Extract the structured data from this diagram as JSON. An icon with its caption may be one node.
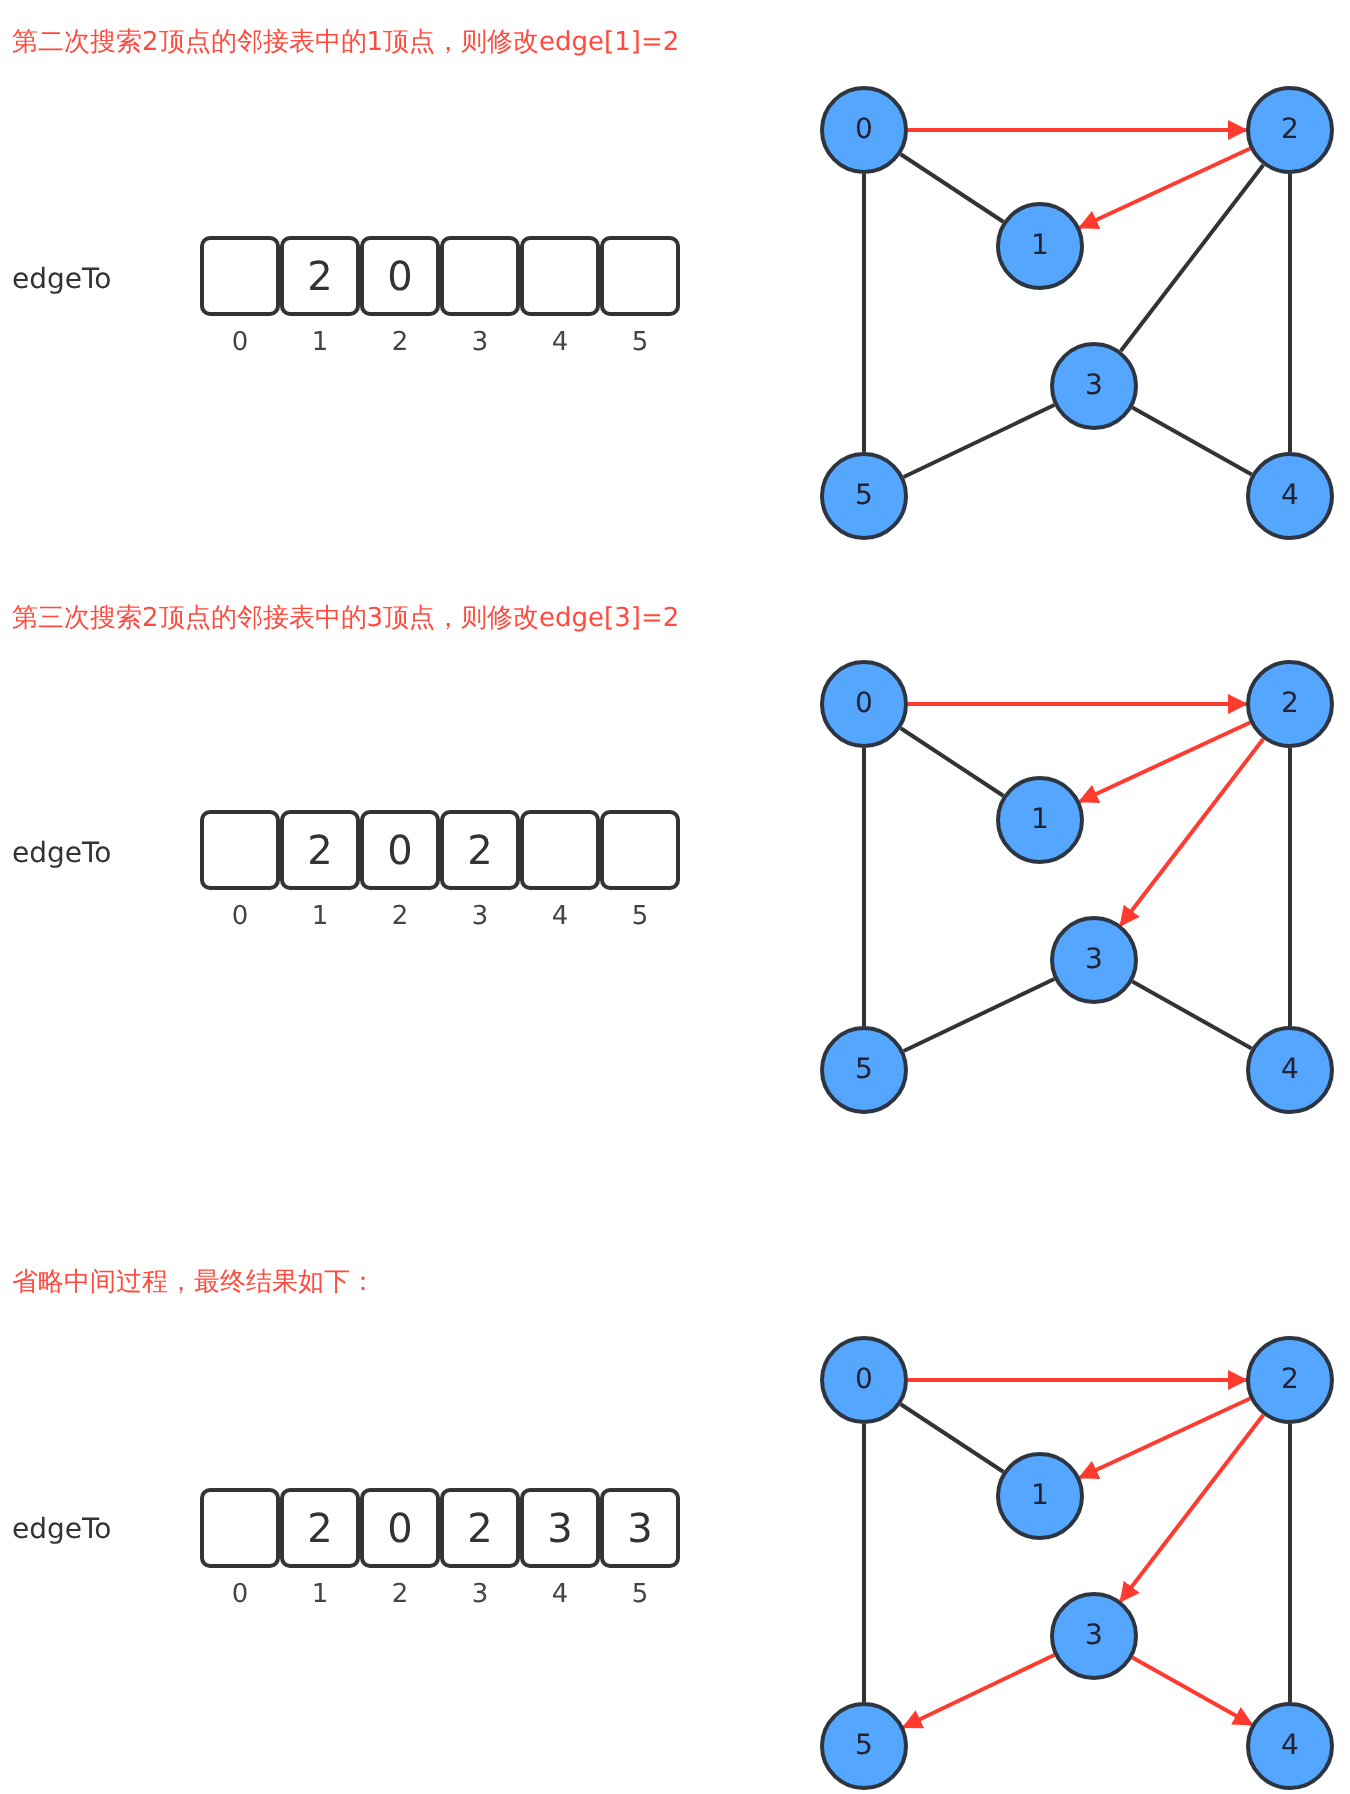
{
  "diagram": {
    "nodes": [
      {
        "text": [],
        "shape": "box",
        "beside": [
          "0"
        ]
      },
      {
        "text": [
          "2"
        ],
        "beside": [
          "1"
        ]
      },
      {
        "text": [
          "0"
        ],
        "beside": [
          "2"
        ]
      },
      {
        "text": [],
        "shape": "box",
        "beside": [
          "3"
        ]
      },
      {
        "text": [],
        "shape": "box",
        "beside": [
          "4"
        ]
      },
      {
        "text": [],
        "shape": "box",
        "beside": [
          "5"
        ]
      },
      {
        "text": [
          "0"
        ]
      },
      {
        "text": [
          "1"
        ]
      },
      {
        "text": [
          "2"
        ]
      },
      {
        "text": [
          "3"
        ]
      },
      {
        "text": [
          "4"
        ]
      },
      {
        "text": [
          "5"
        ]
      },
      {
        "text": [],
        "shape": "box",
        "beside": [
          "0"
        ]
      },
      {
        "text": [
          "2"
        ],
        "beside": [
          "1"
        ]
      },
      {
        "text": [
          "0"
        ],
        "beside": [
          "2"
        ]
      },
      {
        "text": [
          "2"
        ],
        "beside": [
          "3"
        ]
      },
      {
        "text": [],
        "shape": "box",
        "beside": [
          "4"
        ]
      },
      {
        "text": [],
        "shape": "box",
        "beside": [
          "5"
        ]
      },
      {
        "text": [
          "0"
        ]
      },
      {
        "text": [
          "1"
        ]
      },
      {
        "text": [
          "2"
        ]
      },
      {
        "text": [
          "3"
        ]
      },
      {
        "text": [
          "4"
        ]
      },
      {
        "text": [
          "5"
        ]
      },
      {
        "text": [],
        "shape": "box",
        "beside": [
          "0"
        ]
      },
      {
        "text": [
          "2"
        ],
        "beside": [
          "1"
        ]
      },
      {
        "text": [
          "0"
        ],
        "beside": [
          "2"
        ]
      },
      {
        "text": [
          "2"
        ],
        "beside": [
          "3"
        ]
      },
      {
        "text": [
          "3"
        ],
        "beside": [
          "4"
        ]
      },
      {
        "text": [
          "3"
        ],
        "beside": [
          "5"
        ]
      },
      {
        "text": [
          "0"
        ]
      },
      {
        "text": [
          "1"
        ]
      },
      {
        "text": [
          "2"
        ]
      },
      {
        "text": [
          "3"
        ]
      },
      {
        "text": [
          "4"
        ]
      },
      {
        "text": [
          "5"
        ]
      }
    ],
    "edges": [
      {
        "from": 6,
        "to": 8,
        "arrow": "to",
        "color": "#ff3b30"
      },
      {
        "from": 8,
        "to": 7,
        "arrow": "to",
        "color": "#ff3b30"
      },
      {
        "from": 6,
        "to": 7,
        "arrow": "none"
      },
      {
        "from": 6,
        "to": 11,
        "arrow": "none"
      },
      {
        "from": 8,
        "to": 9,
        "arrow": "none"
      },
      {
        "from": 8,
        "to": 10,
        "arrow": "none"
      },
      {
        "from": 9,
        "to": 11,
        "arrow": "none"
      },
      {
        "from": 9,
        "to": 10,
        "arrow": "none"
      },
      {
        "from": 18,
        "to": 20,
        "arrow": "to",
        "color": "#ff3b30"
      },
      {
        "from": 20,
        "to": 19,
        "arrow": "to",
        "color": "#ff3b30"
      },
      {
        "from": 20,
        "to": 21,
        "arrow": "to",
        "color": "#ff3b30"
      },
      {
        "from": 18,
        "to": 19,
        "arrow": "none"
      },
      {
        "from": 18,
        "to": 23,
        "arrow": "none"
      },
      {
        "from": 20,
        "to": 22,
        "arrow": "none"
      },
      {
        "from": 21,
        "to": 23,
        "arrow": "none"
      },
      {
        "from": 21,
        "to": 22,
        "arrow": "none"
      },
      {
        "from": 30,
        "to": 32,
        "arrow": "to",
        "color": "#ff3b30"
      },
      {
        "from": 32,
        "to": 31,
        "arrow": "to",
        "color": "#ff3b30"
      },
      {
        "from": 32,
        "to": 33,
        "arrow": "to",
        "color": "#ff3b30"
      },
      {
        "from": 33,
        "to": 35,
        "arrow": "to",
        "color": "#ff3b30"
      },
      {
        "from": 33,
        "to": 34,
        "arrow": "to",
        "color": "#ff3b30"
      },
      {
        "from": 30,
        "to": 31,
        "arrow": "none"
      },
      {
        "from": 30,
        "to": 35,
        "arrow": "none"
      },
      {
        "from": 32,
        "to": 34,
        "arrow": "none"
      }
    ],
    "labels": [
      "第二次搜索2顶点的邻接表中的1顶点，则修改edge[1]=2",
      "edgeTo",
      "第三次搜索2顶点的邻接表中的3顶点，则修改edge[3]=2",
      "edgeTo",
      "省略中间过程，最终结果如下：",
      "edgeTo"
    ]
  }
}
